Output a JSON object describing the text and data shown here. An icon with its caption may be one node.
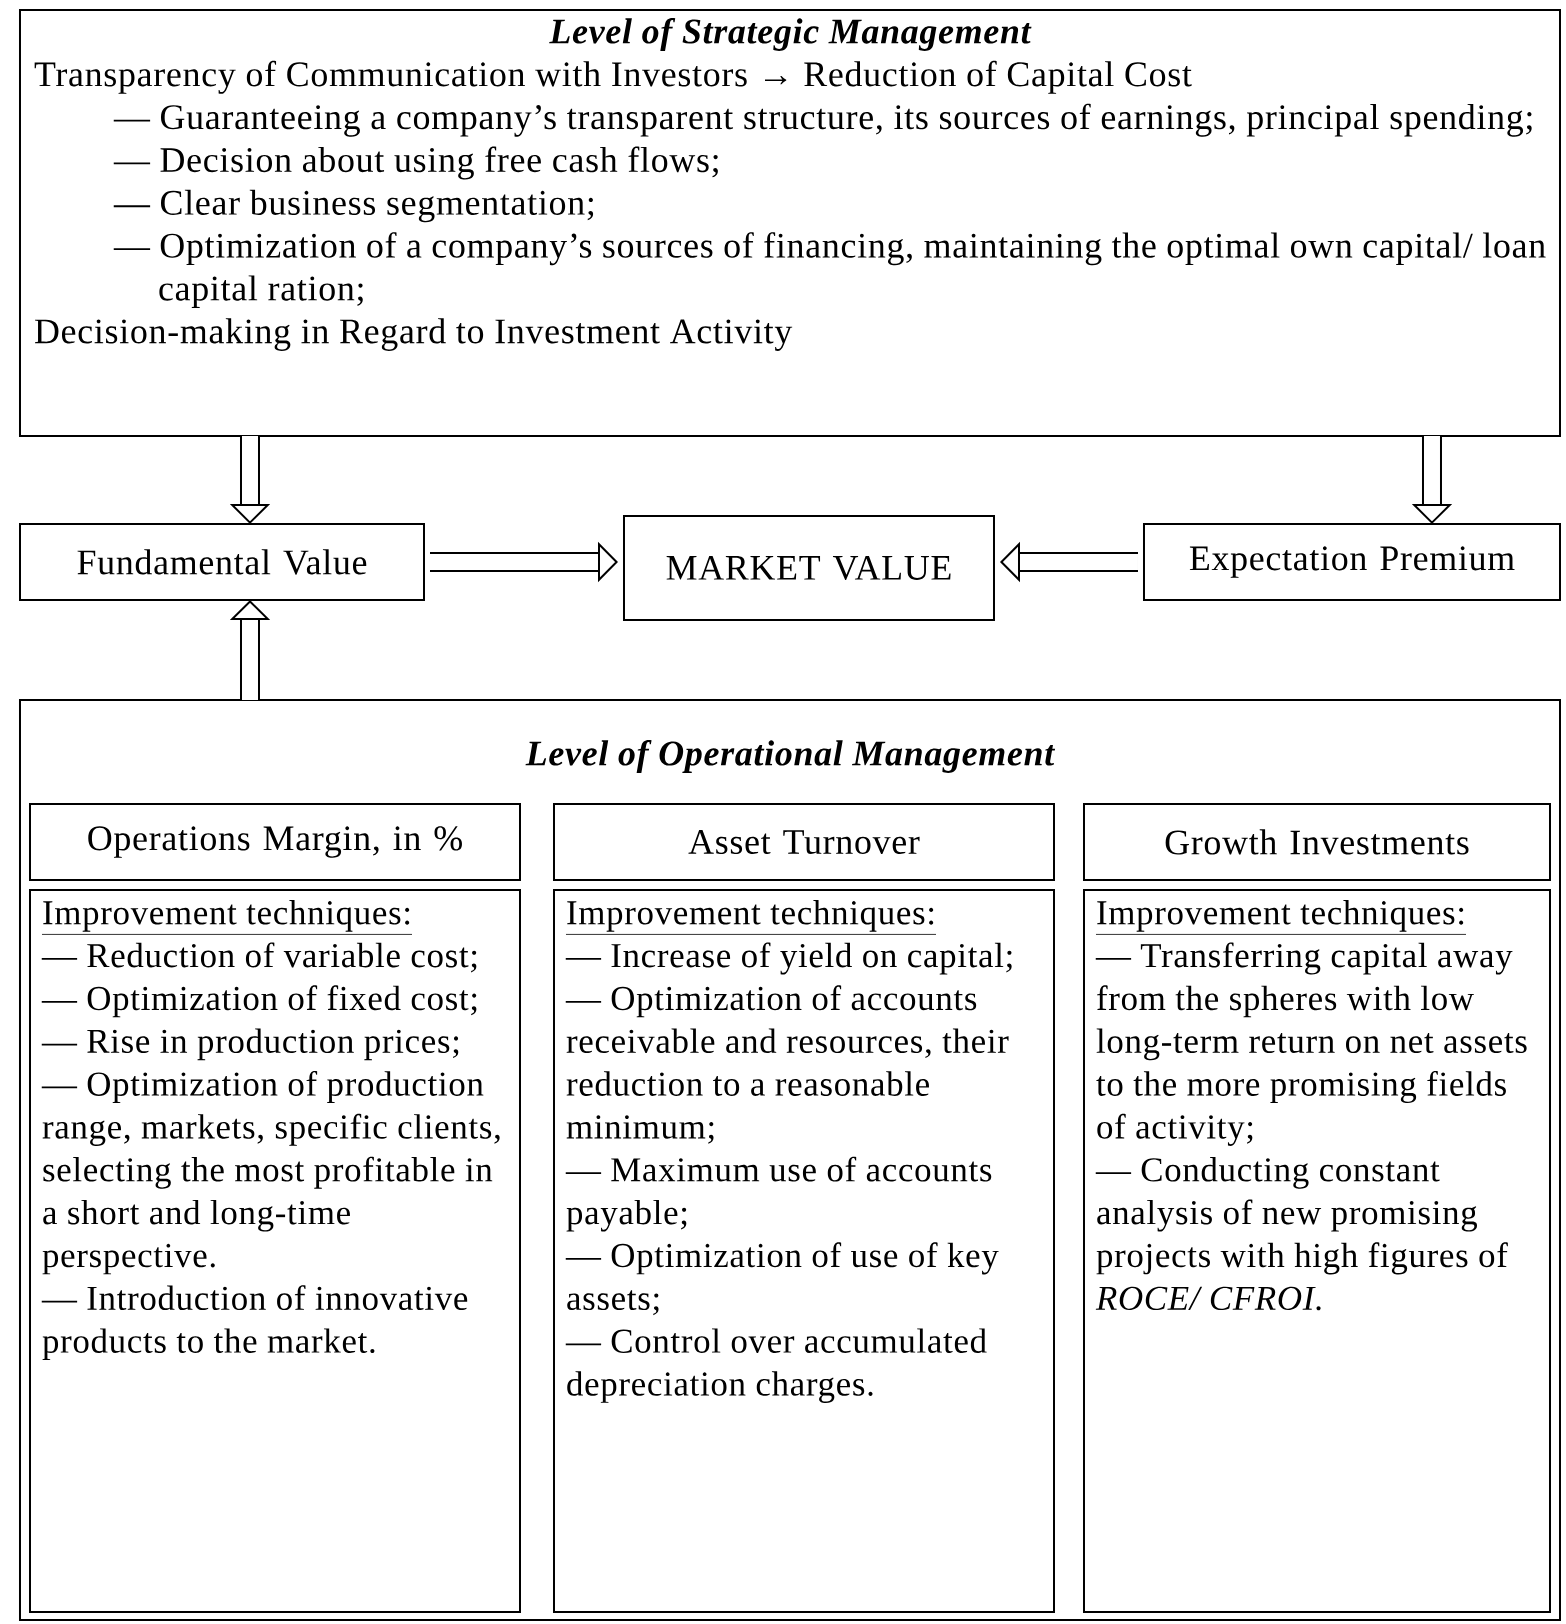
{
  "diagram": {
    "nodes": [
      {
        "text": [
          "Level of Strategic Management",
          "Transparency of Communication with Investors → Reduction of Capital Cost",
          "— Guaranteeing a company’s transparent structure, its sources of earnings, principal spending;",
          "— Decision about using free cash flows;",
          "— Clear business segmentation;",
          "— Optimization of a company’s sources of financing, maintaining the optimal own capital/ loan capital ration;",
          "Decision-making in Regard to Investment Activity"
        ]
      },
      {
        "text": [
          "Fundamental Value"
        ]
      },
      {
        "text": [
          "MARKET VALUE"
        ]
      },
      {
        "text": [
          "Expectation Premium"
        ]
      },
      {
        "text": [
          "Level of Operational Management"
        ]
      },
      {
        "text": [
          "Operations Margin, in %"
        ],
        "in": 4
      },
      {
        "text": [
          "Asset Turnover"
        ],
        "in": 4
      },
      {
        "text": [
          "Growth Investments"
        ],
        "in": 4
      },
      {
        "text": [
          "Improvement techniques:",
          "— Reduction of variable cost;",
          "— Optimization of fixed cost;",
          "— Rise in production prices;",
          "— Optimization of production range, markets, specific clients, selecting the most profitable in a short and long-time perspective.",
          "— Introduction of innovative products to the market."
        ],
        "in": 4
      },
      {
        "text": [
          "Improvement techniques:",
          "— Increase of yield on capital;",
          "— Optimization of accounts receivable and resources, their reduction to a reasonable minimum;",
          "— Maximum use of accounts payable;",
          "— Optimization of use of key assets;",
          "— Control over accumulated depreciation charges."
        ],
        "in": 4
      },
      {
        "text": [
          "Improvement techniques:",
          "— Transferring capital away from the spheres with low long-term return on net assets to the more promising fields of activity;",
          "— Conducting constant analysis of new promising projects with high figures of *ROCE/ CFROI.*"
        ],
        "in": 4
      }
    ],
    "edges": [
      {
        "from": 0,
        "to": 1,
        "arrow": "to"
      },
      {
        "from": 0,
        "to": 3,
        "arrow": "to"
      },
      {
        "from": 1,
        "to": 2,
        "arrow": "to"
      },
      {
        "from": 3,
        "to": 2,
        "arrow": "to"
      },
      {
        "from": 4,
        "to": 1,
        "arrow": "to"
      }
    ]
  }
}
